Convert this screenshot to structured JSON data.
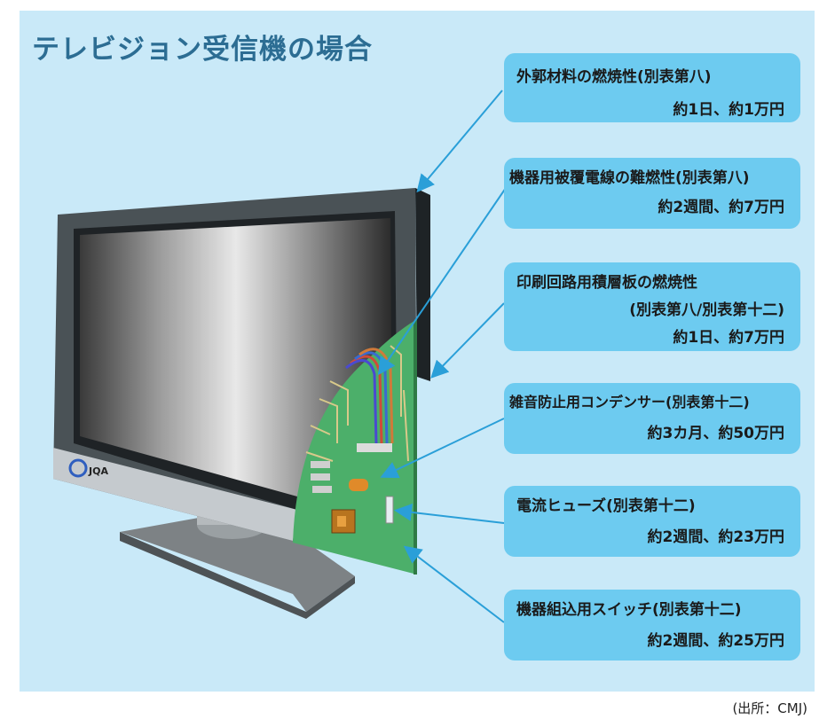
{
  "title": "テレビジョン受信機の場合",
  "tv_logo": "JQA",
  "callouts": [
    {
      "name": "外郭材料の燃焼性(別表第八)",
      "cost": "約1日、約1万円"
    },
    {
      "name": "機器用被覆電線の難燃性(別表第八)",
      "cost": "約2週間、約7万円"
    },
    {
      "name": "印刷回路用積層板の燃焼性",
      "name2": "(別表第八/別表第十二)",
      "cost": "約1日、約7万円"
    },
    {
      "name": "雑音防止用コンデンサー(別表第十二)",
      "cost": "約3カ月、約50万円"
    },
    {
      "name": "電流ヒューズ(別表第十二)",
      "cost": "約2週間、約23万円"
    },
    {
      "name": "機器組込用スイッチ(別表第十二)",
      "cost": "約2週間、約25万円"
    }
  ],
  "source": "(出所：CMJ)",
  "colors": {
    "background": "#c9e9f8",
    "box": "#6dcbf0",
    "title": "#2c6d93",
    "arrow": "#2a9fd8",
    "pcb": "#4caf6a"
  }
}
